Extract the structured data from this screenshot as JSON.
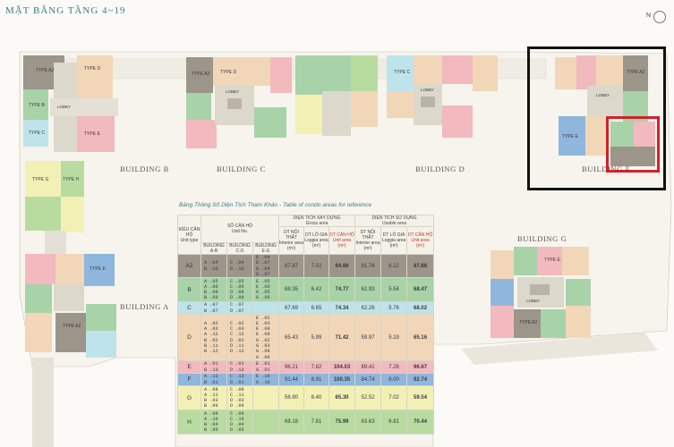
{
  "page_title": "MẶT BẰNG TẦNG 4~19",
  "north_label": "N",
  "buildings": {
    "a": "BUILDING A",
    "b": "BUILDING B",
    "c": "BUILDING C",
    "d": "BUILDING D",
    "e": "BUILDING E",
    "g": "BUILDING G"
  },
  "unit_labels": {
    "type_a2": "TYPE A2",
    "type_b": "TYPE B",
    "type_c": "TYPE C",
    "type_d": "TYPE D",
    "type_e": "TYPE E",
    "type_g": "TYPE G",
    "type_h": "TYPE H",
    "lobby": "LOBBY"
  },
  "colors": {
    "A2": "#9b958a",
    "B": "#a8d3a8",
    "C": "#bfe3ea",
    "D": "#f1d7b8",
    "E": "#f2b9bf",
    "F": "#8fb6dc",
    "G": "#f3f0b6",
    "H": "#b8dca0",
    "corridor": "#dcd8cc"
  },
  "table": {
    "title": "Bảng Thông Số Diện Tích Tham Khảo - Table of condo areas for reference",
    "headers": {
      "unit_type": "KIỂU CĂN HỘ",
      "unit_type_en": "Unit type",
      "unit_no": "SỐ CĂN HỘ",
      "unit_no_en": "Unit No.",
      "building_ab": "BUILDING A-B",
      "building_cd": "BUILDING C-D",
      "building_eg": "BUILDING E-G",
      "design_area": "DIỆN TÍCH XÂY DỰNG",
      "design_area_en": "Gross area",
      "usable_area": "DIỆN TÍCH SỬ DỤNG",
      "usable_area_en": "Usable area",
      "interior": "DT NỘI THẤT",
      "interior_en": "Interior area (m²)",
      "loggia": "DT LÔ GIA",
      "loggia_en": "Loggia area (m²)",
      "apartment": "DT CĂN HỘ",
      "apartment_en": "Unit area (m²)"
    },
    "rows": [
      {
        "type": "A2",
        "ab": [
          "A .04",
          "B .10"
        ],
        "cd": [
          "C .04",
          "D .10"
        ],
        "eg": [
          "E .04",
          "E .07",
          "G .04",
          "G .07"
        ],
        "gross": [
          "87.87",
          "7.02",
          "94.89"
        ],
        "usable": [
          "81.76",
          "6.12",
          "87.88"
        ]
      },
      {
        "type": "B",
        "ab": [
          "A .05",
          "A .06",
          "B .08",
          "B .09"
        ],
        "cd": [
          "C .05",
          "C .06",
          "D .08",
          "D .09"
        ],
        "eg": [
          "E .05",
          "E .06",
          "G .05",
          "G .06"
        ],
        "gross": [
          "68.35",
          "6.42",
          "74.77"
        ],
        "usable": [
          "62.93",
          "5.54",
          "68.47"
        ]
      },
      {
        "type": "C",
        "ab": [
          "A .07",
          "B .07"
        ],
        "cd": [
          "C .07",
          "D .07"
        ],
        "eg": [],
        "gross": [
          "67.69",
          "6.65",
          "74.34"
        ],
        "usable": [
          "62.26",
          "5.76",
          "68.02"
        ]
      },
      {
        "type": "D",
        "ab": [
          "A .02",
          "A .03",
          "A .12",
          "B .02",
          "B .11",
          "B .12"
        ],
        "cd": [
          "C .02",
          "C .03",
          "C .12",
          "D .02",
          "D .11",
          "D .12"
        ],
        "eg": [
          "E .02",
          "E .03",
          "E .08",
          "E .09",
          "G .02",
          "G .03",
          "G .08",
          "G .09"
        ],
        "gross": [
          "65.43",
          "5.99",
          "71.42"
        ],
        "usable": [
          "59.97",
          "5.19",
          "65.16"
        ]
      },
      {
        "type": "E",
        "ab": [
          "A .01",
          "B .13"
        ],
        "cd": [
          "C .01",
          "D .13"
        ],
        "eg": [
          "E .01",
          "G .01"
        ],
        "gross": [
          "96.21",
          "7.82",
          "104.03"
        ],
        "usable": [
          "89.41",
          "7.26",
          "96.67"
        ]
      },
      {
        "type": "F",
        "ab": [
          "A .13",
          "B .01"
        ],
        "cd": [
          "C .13",
          "D .01"
        ],
        "eg": [
          "E .10",
          "G .10"
        ],
        "gross": [
          "91.44",
          "8.91",
          "100.35"
        ],
        "usable": [
          "84.74",
          "8.00",
          "92.74"
        ]
      },
      {
        "type": "G",
        "ab": [
          "A .08",
          "A .11",
          "B .03",
          "B .06"
        ],
        "cd": [
          "C .08",
          "C .11",
          "D .03",
          "D .06"
        ],
        "eg": [],
        "gross": [
          "56.90",
          "8.40",
          "65.30"
        ],
        "usable": [
          "52.52",
          "7.02",
          "59.54"
        ]
      },
      {
        "type": "H",
        "ab": [
          "A .09",
          "A .10",
          "B .04",
          "B .05"
        ],
        "cd": [
          "C .09",
          "C .10",
          "D .04",
          "D .05"
        ],
        "eg": [],
        "gross": [
          "68.18",
          "7.81",
          "75.99"
        ],
        "usable": [
          "63.63",
          "6.81",
          "70.44"
        ]
      }
    ]
  }
}
